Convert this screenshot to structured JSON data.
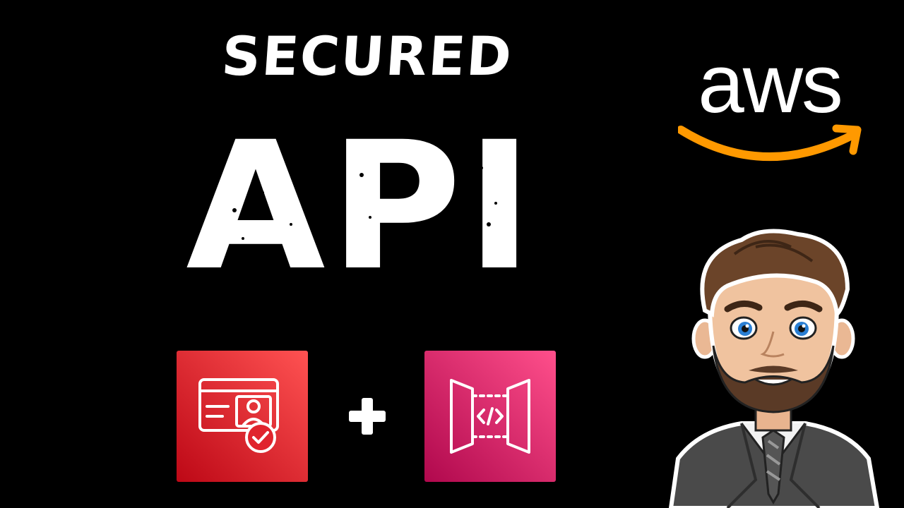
{
  "headline": {
    "top": "SECURED",
    "main": "API"
  },
  "services": [
    {
      "name": "amazon-cognito",
      "icon": "id-card-check-icon",
      "color_from": "#bd0816",
      "color_to": "#ff5252"
    },
    {
      "name": "api-gateway",
      "icon": "api-gateway-icon",
      "color_from": "#b0084d",
      "color_to": "#ff4f8b"
    }
  ],
  "plus": "+",
  "logo": {
    "text": "aws",
    "smile_color": "#ff9900"
  },
  "avatar": {
    "icon": "cartoon-presenter-avatar"
  }
}
